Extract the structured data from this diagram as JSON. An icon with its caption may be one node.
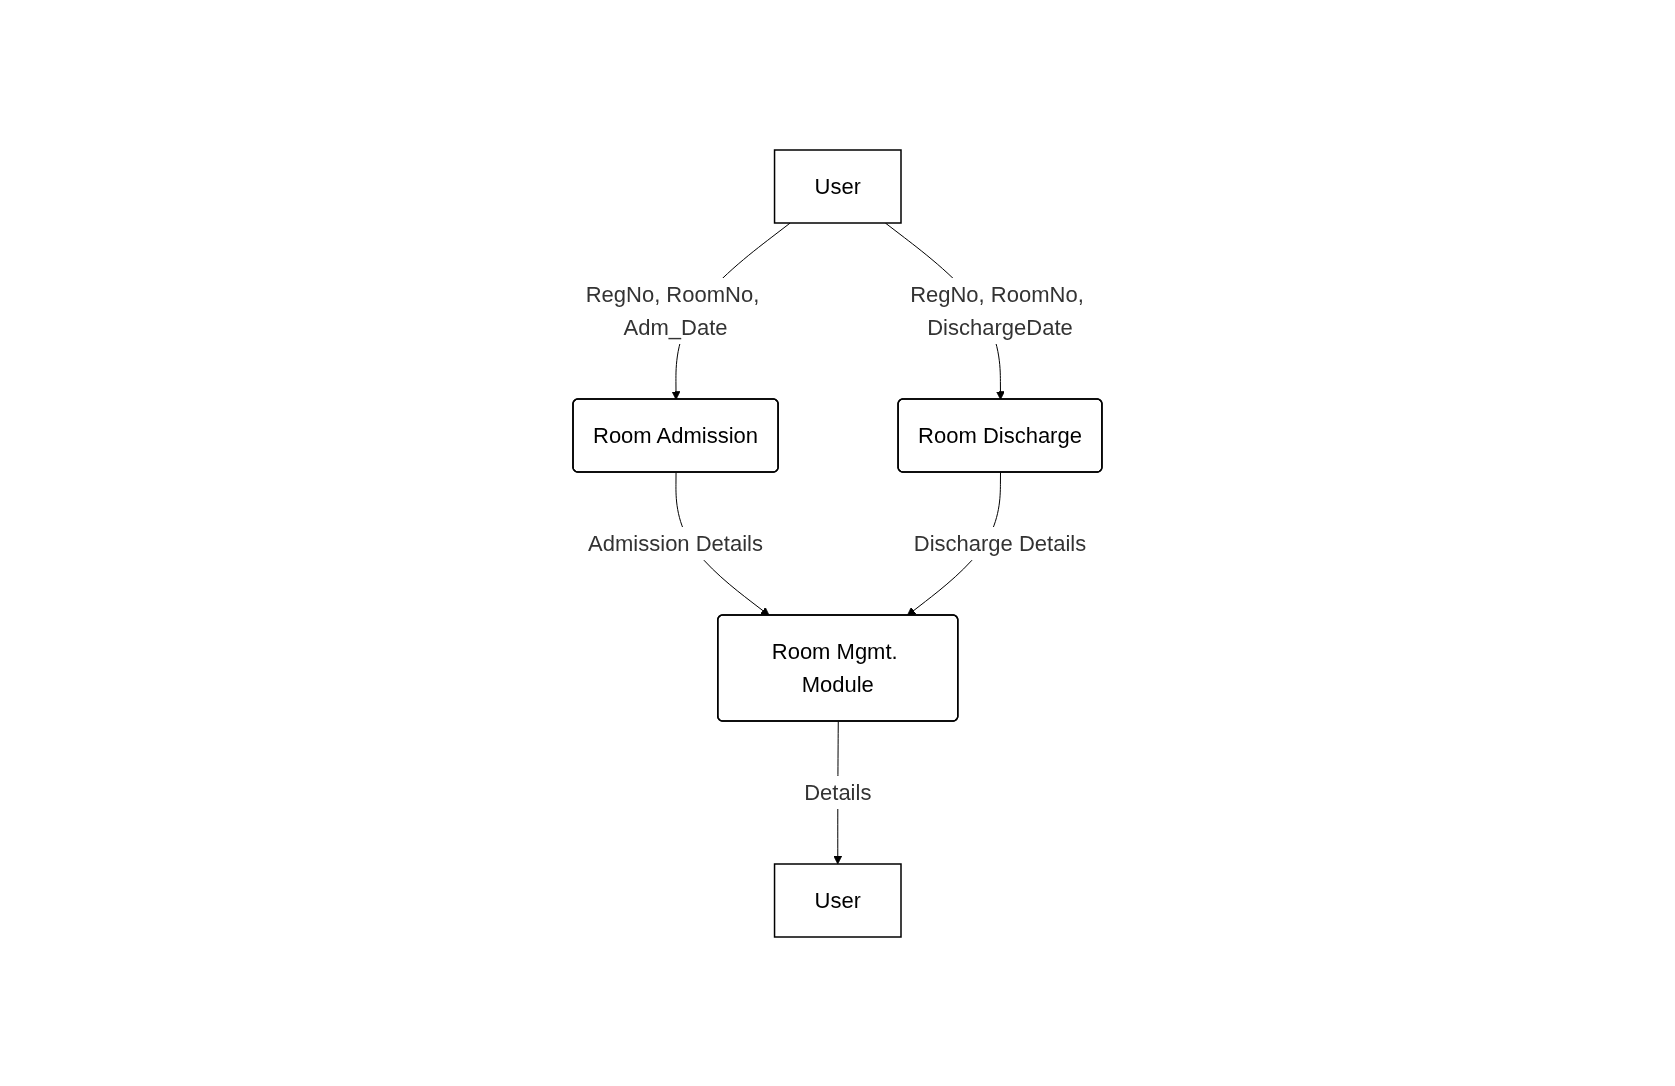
{
  "diagram": {
    "nodes": [
      {
        "text": [
          "User"
        ]
      },
      {
        "text": [
          "Room Admission"
        ]
      },
      {
        "text": [
          "Room Discharge"
        ]
      },
      {
        "text": [
          "Room Mgmt. Module"
        ]
      },
      {
        "text": [
          "User"
        ]
      }
    ],
    "edges": [
      {
        "from": 0,
        "to": 1,
        "arrow": "to",
        "label": "RegNo, RoomNo, Adm_Date"
      },
      {
        "from": 0,
        "to": 2,
        "arrow": "to",
        "label": "RegNo, RoomNo, DischargeDate"
      },
      {
        "from": 1,
        "to": 3,
        "arrow": "to",
        "label": "Admission Details"
      },
      {
        "from": 2,
        "to": 3,
        "arrow": "to",
        "label": "Discharge Details"
      },
      {
        "from": 3,
        "to": 4,
        "arrow": "to",
        "label": "Details"
      }
    ]
  }
}
